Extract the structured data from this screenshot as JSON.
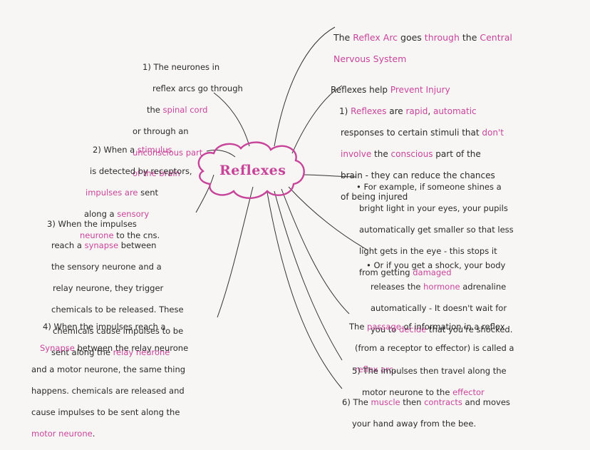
{
  "center": {
    "title": "Reflexes"
  },
  "notes": {
    "n1": [
      "1) The neurones in",
      "reflex arcs go through",
      "the ",
      "spinal cord",
      "or through an",
      "unconscious part",
      "of the brain"
    ],
    "n2": [
      "2) When a ",
      "stimulus",
      "is detected by receptors,",
      "impulses are",
      " sent",
      "along a ",
      "sensory",
      "neurone",
      " to the cns."
    ],
    "n3": [
      "3) When the impulses",
      "reach a ",
      "synapse",
      " between",
      "the sensory neurone and a",
      "relay neurone, they trigger",
      "chemicals to be released. These",
      "chemicals cause impulses to be",
      "sent along the ",
      "relay neurone"
    ],
    "n4": [
      "4) When the impulses reach a",
      "Synapse",
      " between the relay neurone",
      "and a motor neurone, the same thing",
      "happens. chemicals are released and",
      "cause impulses to be sent along the",
      "motor neurone",
      "."
    ],
    "r1": [
      "The ",
      "Reflex Arc",
      " goes ",
      "through",
      " the ",
      "Central",
      "Nervous System"
    ],
    "r2": [
      "Reflexes help ",
      "Prevent Injury",
      "1) ",
      "Reflexes",
      " are ",
      "rapid",
      ", ",
      "automatic",
      "responses to certain stimuli that ",
      "don't",
      "involve",
      " the ",
      "conscious",
      " part of the",
      "brain - they can reduce the chances",
      "of being injured"
    ],
    "r3": [
      "• For example, if someone shines a",
      "bright light in your eyes, your pupils",
      "automatically get smaller so that less",
      "light gets in the eye - this stops it",
      "from getting ",
      "damaged"
    ],
    "r4": [
      "• Or if you get a shock, your body",
      "releases the ",
      "hormone",
      " adrenaline",
      "automatically - It doesn't wait for",
      "you to ",
      "decide",
      " that you're shocked."
    ],
    "r5": [
      "The ",
      "passage",
      " of information in a reflex",
      "(from a receptor to effector) is called a",
      "reflex arc",
      "."
    ],
    "r6": [
      "5) The impulses then travel along the",
      "motor neurone to the ",
      "effector"
    ],
    "r7": [
      "6) The ",
      "muscle",
      " then ",
      "contracts",
      " and moves",
      "your hand away from the bee."
    ]
  },
  "colors": {
    "accent": "#c8449a",
    "ink": "#2a2a2a",
    "paper": "#f7f6f5"
  }
}
